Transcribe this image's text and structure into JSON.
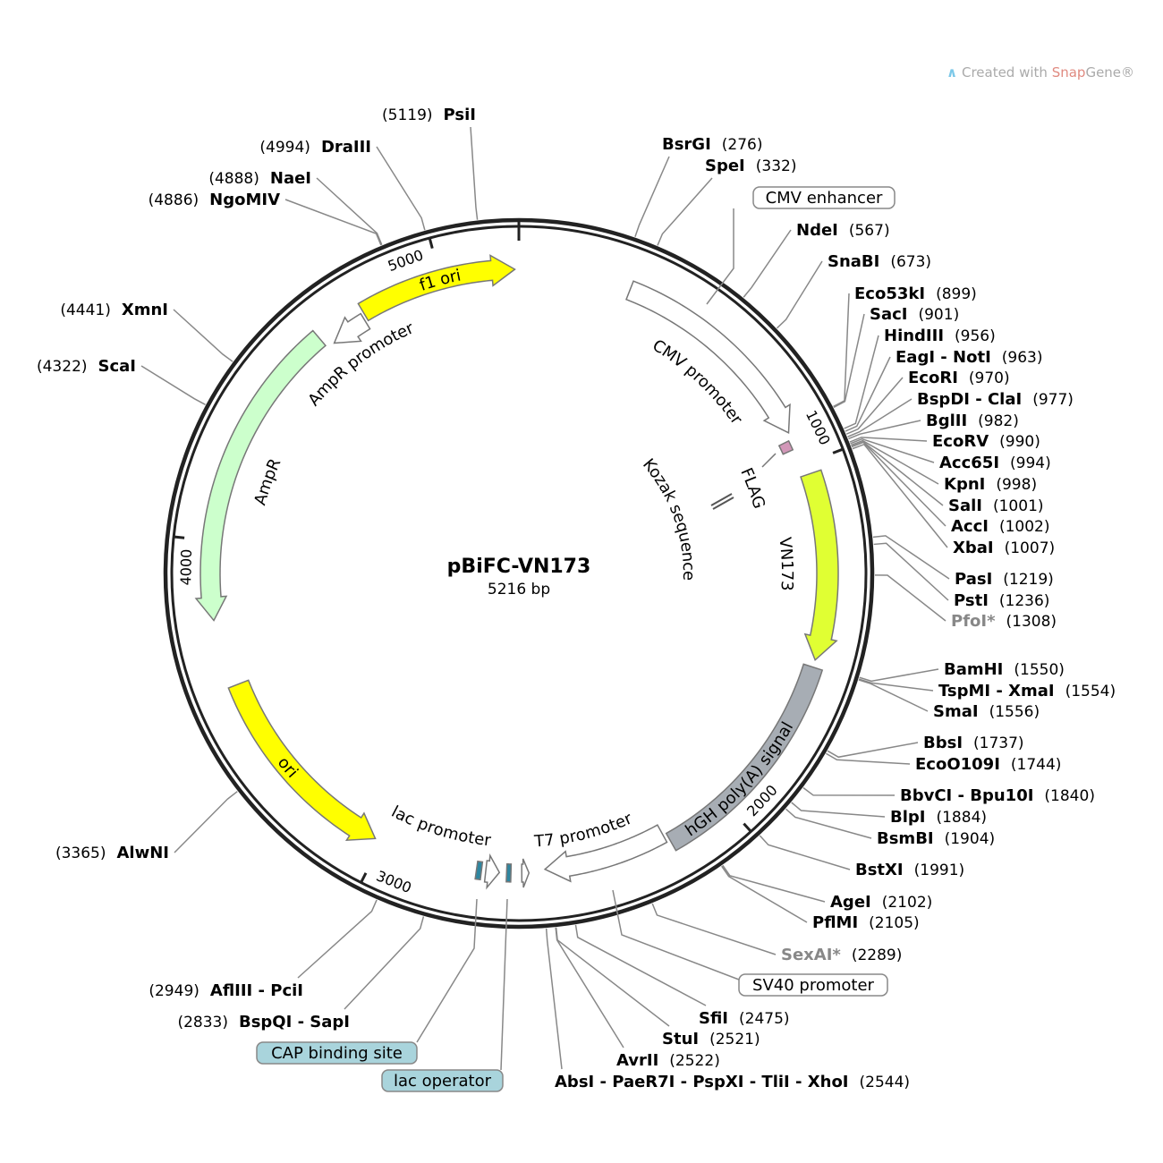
{
  "plasmid": {
    "name": "pBiFC-VN173",
    "length": "5216 bp",
    "total_bp": 5216
  },
  "logo": {
    "prefix": "Created with ",
    "brand": "Snap",
    "suffix": "Gene®"
  },
  "ticks": [
    "1000",
    "2000",
    "3000",
    "4000",
    "5000"
  ],
  "enzymes": [
    {
      "name": "BsrGI",
      "pos": "(276)",
      "bp": 276
    },
    {
      "name": "SpeI",
      "pos": "(332)",
      "bp": 332
    },
    {
      "name": "NdeI",
      "pos": "(567)",
      "bp": 567
    },
    {
      "name": "SnaBI",
      "pos": "(673)",
      "bp": 673
    },
    {
      "name": "Eco53kI",
      "pos": "(899)",
      "bp": 899
    },
    {
      "name": "SacI",
      "pos": "(901)",
      "bp": 901
    },
    {
      "name": "HindIII",
      "pos": "(956)",
      "bp": 956
    },
    {
      "name": "EagI - NotI",
      "pos": "(963)",
      "bp": 963
    },
    {
      "name": "EcoRI",
      "pos": "(970)",
      "bp": 970
    },
    {
      "name": "BspDI - ClaI",
      "pos": "(977)",
      "bp": 977
    },
    {
      "name": "BglII",
      "pos": "(982)",
      "bp": 982
    },
    {
      "name": "EcoRV",
      "pos": "(990)",
      "bp": 990
    },
    {
      "name": "Acc65I",
      "pos": "(994)",
      "bp": 994
    },
    {
      "name": "KpnI",
      "pos": "(998)",
      "bp": 998
    },
    {
      "name": "SalI",
      "pos": "(1001)",
      "bp": 1001
    },
    {
      "name": "AccI",
      "pos": "(1002)",
      "bp": 1002
    },
    {
      "name": "XbaI",
      "pos": "(1007)",
      "bp": 1007
    },
    {
      "name": "PasI",
      "pos": "(1219)",
      "bp": 1219
    },
    {
      "name": "PstI",
      "pos": "(1236)",
      "bp": 1236
    },
    {
      "name": "PfoI*",
      "pos": "(1308)",
      "bp": 1308,
      "gray": true
    },
    {
      "name": "BamHI",
      "pos": "(1550)",
      "bp": 1550
    },
    {
      "name": "TspMI - XmaI",
      "pos": "(1554)",
      "bp": 1554
    },
    {
      "name": "SmaI",
      "pos": "(1556)",
      "bp": 1556
    },
    {
      "name": "BbsI",
      "pos": "(1737)",
      "bp": 1737
    },
    {
      "name": "EcoO109I",
      "pos": "(1744)",
      "bp": 1744
    },
    {
      "name": "BbvCI - Bpu10I",
      "pos": "(1840)",
      "bp": 1840
    },
    {
      "name": "BlpI",
      "pos": "(1884)",
      "bp": 1884
    },
    {
      "name": "BsmBI",
      "pos": "(1904)",
      "bp": 1904
    },
    {
      "name": "BstXI",
      "pos": "(1991)",
      "bp": 1991
    },
    {
      "name": "AgeI",
      "pos": "(2102)",
      "bp": 2102
    },
    {
      "name": "PflMI",
      "pos": "(2105)",
      "bp": 2105
    },
    {
      "name": "SexAI*",
      "pos": "(2289)",
      "bp": 2289,
      "gray": true
    },
    {
      "name": "SfiI",
      "pos": "(2475)",
      "bp": 2475
    },
    {
      "name": "StuI",
      "pos": "(2521)",
      "bp": 2521
    },
    {
      "name": "AvrII",
      "pos": "(2522)",
      "bp": 2522
    },
    {
      "name": "AbsI - PaeR7I - PspXI - TliI - XhoI",
      "pos": "(2544)",
      "bp": 2544
    },
    {
      "name": "PsiI",
      "pos": "(5119)",
      "bp": 5119
    },
    {
      "name": "DraIII",
      "pos": "(4994)",
      "bp": 4994
    },
    {
      "name": "NaeI",
      "pos": "(4888)",
      "bp": 4888
    },
    {
      "name": "NgoMIV",
      "pos": "(4886)",
      "bp": 4886
    },
    {
      "name": "XmnI",
      "pos": "(4441)",
      "bp": 4441
    },
    {
      "name": "ScaI",
      "pos": "(4322)",
      "bp": 4322
    },
    {
      "name": "AlwNI",
      "pos": "(3365)",
      "bp": 3365
    },
    {
      "name": "AflIII - PciI",
      "pos": "(2949)",
      "bp": 2949
    },
    {
      "name": "BspQI - SapI",
      "pos": "(2833)",
      "bp": 2833
    }
  ],
  "features": [
    {
      "label": "f1 ori",
      "start": 4770,
      "end": 5205,
      "dir": "cw",
      "color": "#ffff00"
    },
    {
      "label": "AmpR promoter",
      "start": 4655,
      "end": 4762,
      "dir": "ccw",
      "color": "#ffffff"
    },
    {
      "label": "AmpR",
      "start": 3785,
      "end": 4632,
      "dir": "ccw",
      "color": "#ccffcc"
    },
    {
      "label": "ori",
      "start": 3020,
      "end": 3600,
      "dir": "ccw",
      "color": "#ffff00"
    },
    {
      "label": "lac promoter",
      "start": 2662,
      "end": 2700,
      "dir": "ccw",
      "color": "#ffffff"
    },
    {
      "label": "T7 promoter",
      "start": 2580,
      "end": 2600,
      "dir": "ccw",
      "color": "#ffffff"
    },
    {
      "label": "SV40 promoter",
      "start": 2190,
      "end": 2535,
      "dir": "cw",
      "color": "#ffffff"
    },
    {
      "label": "hGH poly(A) signal",
      "start": 1560,
      "end": 2180,
      "dir": "none",
      "color": "#a7adb4"
    },
    {
      "label": "VN173",
      "start": 1030,
      "end": 1540,
      "dir": "cw",
      "color": "#e0ff33"
    },
    {
      "label": "CMV promoter",
      "start": 310,
      "end": 905,
      "dir": "cw",
      "color": "#ffffff"
    },
    {
      "label": "FLAG",
      "start": 925,
      "end": 952,
      "dir": "none",
      "color": "#d297b8"
    },
    {
      "label": "Kozak sequence"
    },
    {
      "label": "CMV enhancer"
    },
    {
      "label": "CAP binding site",
      "start": 2712,
      "end": 2726,
      "color": "#2e86a0"
    },
    {
      "label": "lac operator",
      "start": 2630,
      "end": 2642,
      "color": "#2e86a0"
    }
  ]
}
